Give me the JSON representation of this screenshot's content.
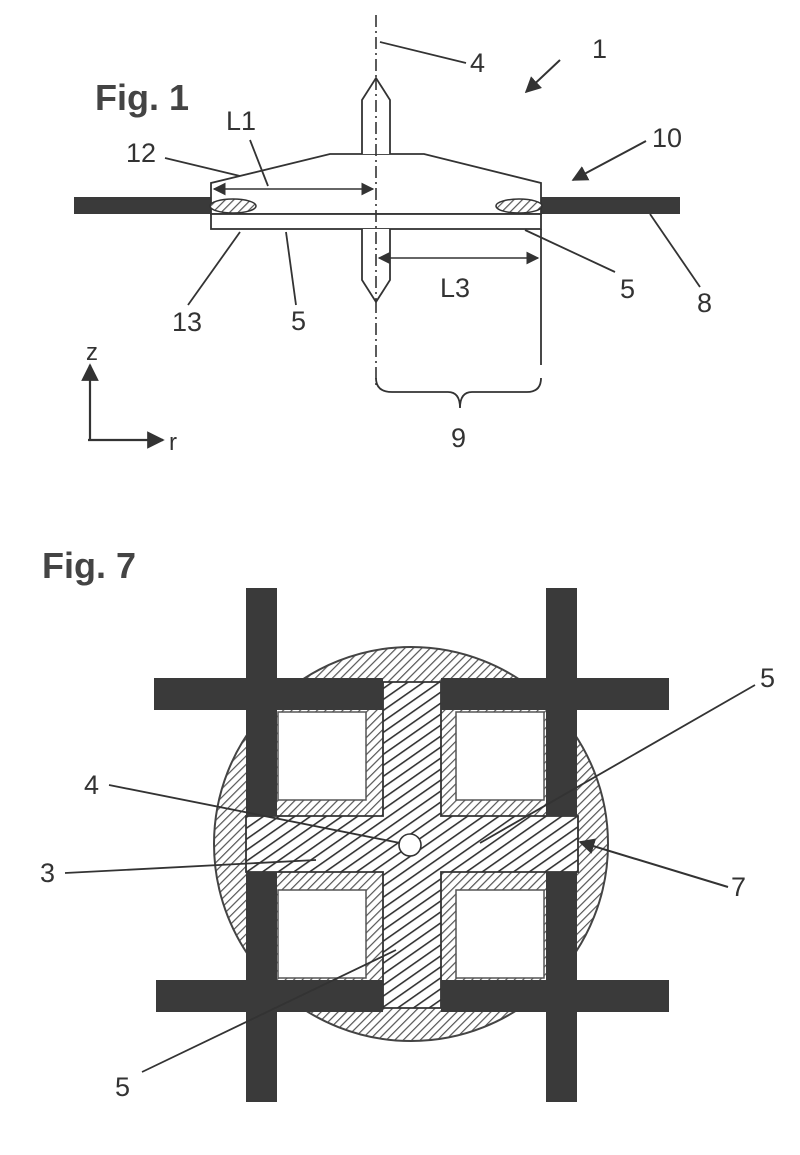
{
  "figure1": {
    "title": "Fig. 1",
    "labels": {
      "ref_1": "1",
      "ref_4": "4",
      "ref_10": "10",
      "ref_12": "12",
      "ref_13": "13",
      "ref_5_left": "5",
      "ref_5_right": "5",
      "ref_8": "8",
      "ref_9": "9",
      "dim_L1": "L1",
      "dim_L3": "L3"
    },
    "axes": {
      "z": "z",
      "r": "r"
    }
  },
  "figure7": {
    "title": "Fig. 7",
    "labels": {
      "ref_4": "4",
      "ref_3": "3",
      "ref_5_top": "5",
      "ref_5_bottom": "5",
      "ref_7": "7"
    }
  }
}
